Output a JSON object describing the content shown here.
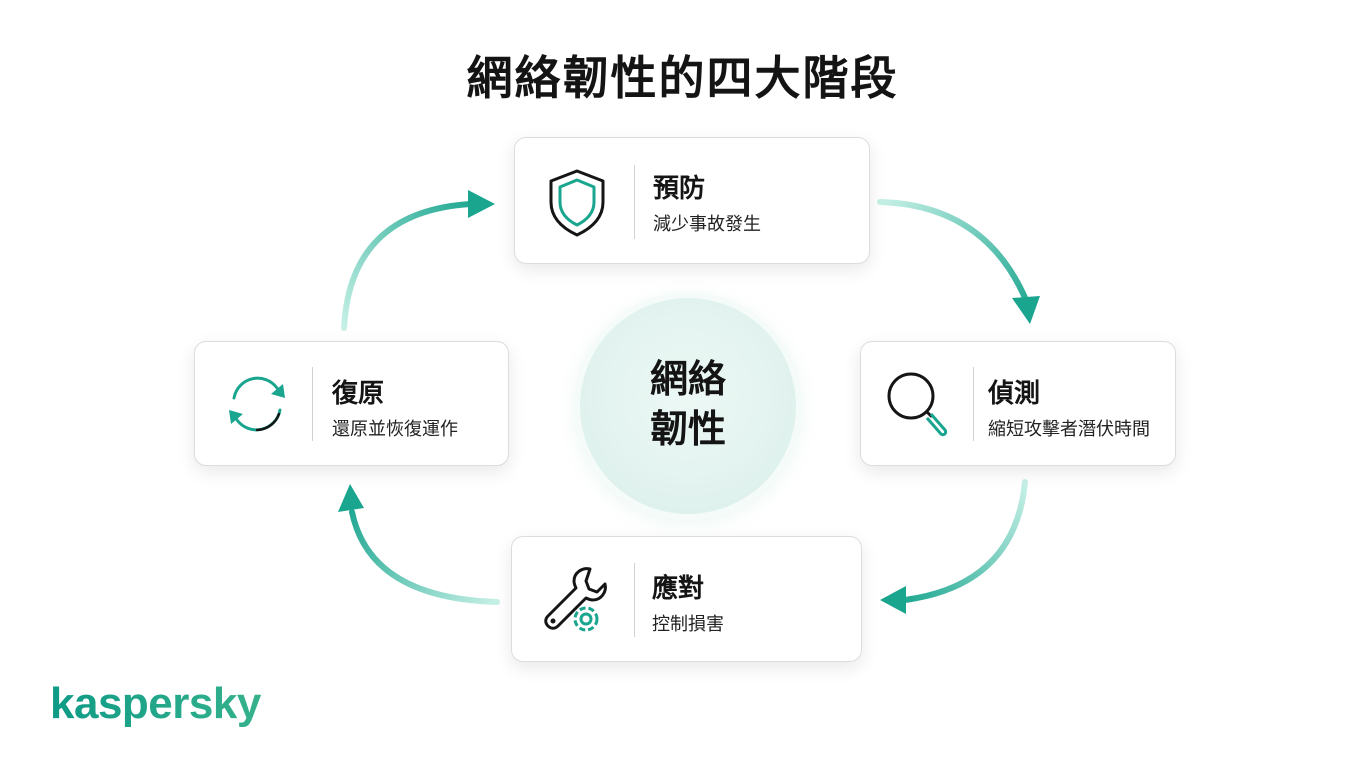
{
  "title": "網絡韌性的四大階段",
  "center": {
    "line1": "網絡",
    "line2": "韌性"
  },
  "stages": [
    {
      "name": "預防",
      "description": "減少事故發生",
      "icon": "shield-icon"
    },
    {
      "name": "偵測",
      "description": "縮短攻擊者潛伏時間",
      "icon": "magnifier-icon"
    },
    {
      "name": "應對",
      "description": "控制損害",
      "icon": "wrench-gear-icon"
    },
    {
      "name": "復原",
      "description": "還原並恢復運作",
      "icon": "refresh-icon"
    }
  ],
  "logo": {
    "text": "kaspersky"
  },
  "colors": {
    "accent": "#1aa58f",
    "accent_light": "#bfeee3",
    "text": "#141414",
    "border": "#d9dedd"
  }
}
